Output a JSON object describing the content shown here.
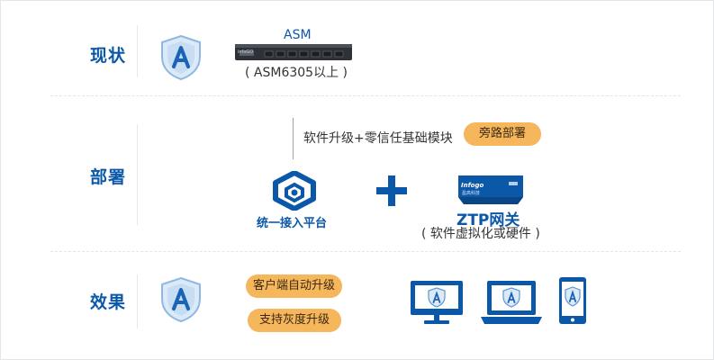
{
  "rows": {
    "status_label": "现状",
    "deploy_label": "部署",
    "effect_label": "效果"
  },
  "status": {
    "device_name": "ASM",
    "device_badge": "infoGO",
    "device_note": "( ASM6305以上 )"
  },
  "deploy": {
    "feature_text": "软件升级+零信任基础模块",
    "bypass_badge": "旁路部署",
    "platform_label": "统一接入平台",
    "ztp_brand": "Infogo",
    "ztp_brand_sub": "盈高科技",
    "ztp_title": "ZTP网关",
    "ztp_note": "( 软件虚拟化或硬件 )"
  },
  "effect": {
    "badges": [
      "客户端自动升级",
      "支持灰度升级"
    ]
  },
  "icons": {
    "shield": "shield-a-icon",
    "platform": "unified-access-platform-icon",
    "plus": "plus-icon",
    "gateway": "ztp-gateway-device-icon",
    "monitor": "desktop-monitor-icon",
    "laptop": "laptop-icon",
    "phone": "mobile-phone-icon"
  },
  "colors": {
    "primary": "#0b57a8",
    "accent": "#f5b65c",
    "shield_light": "#dce9f7"
  }
}
